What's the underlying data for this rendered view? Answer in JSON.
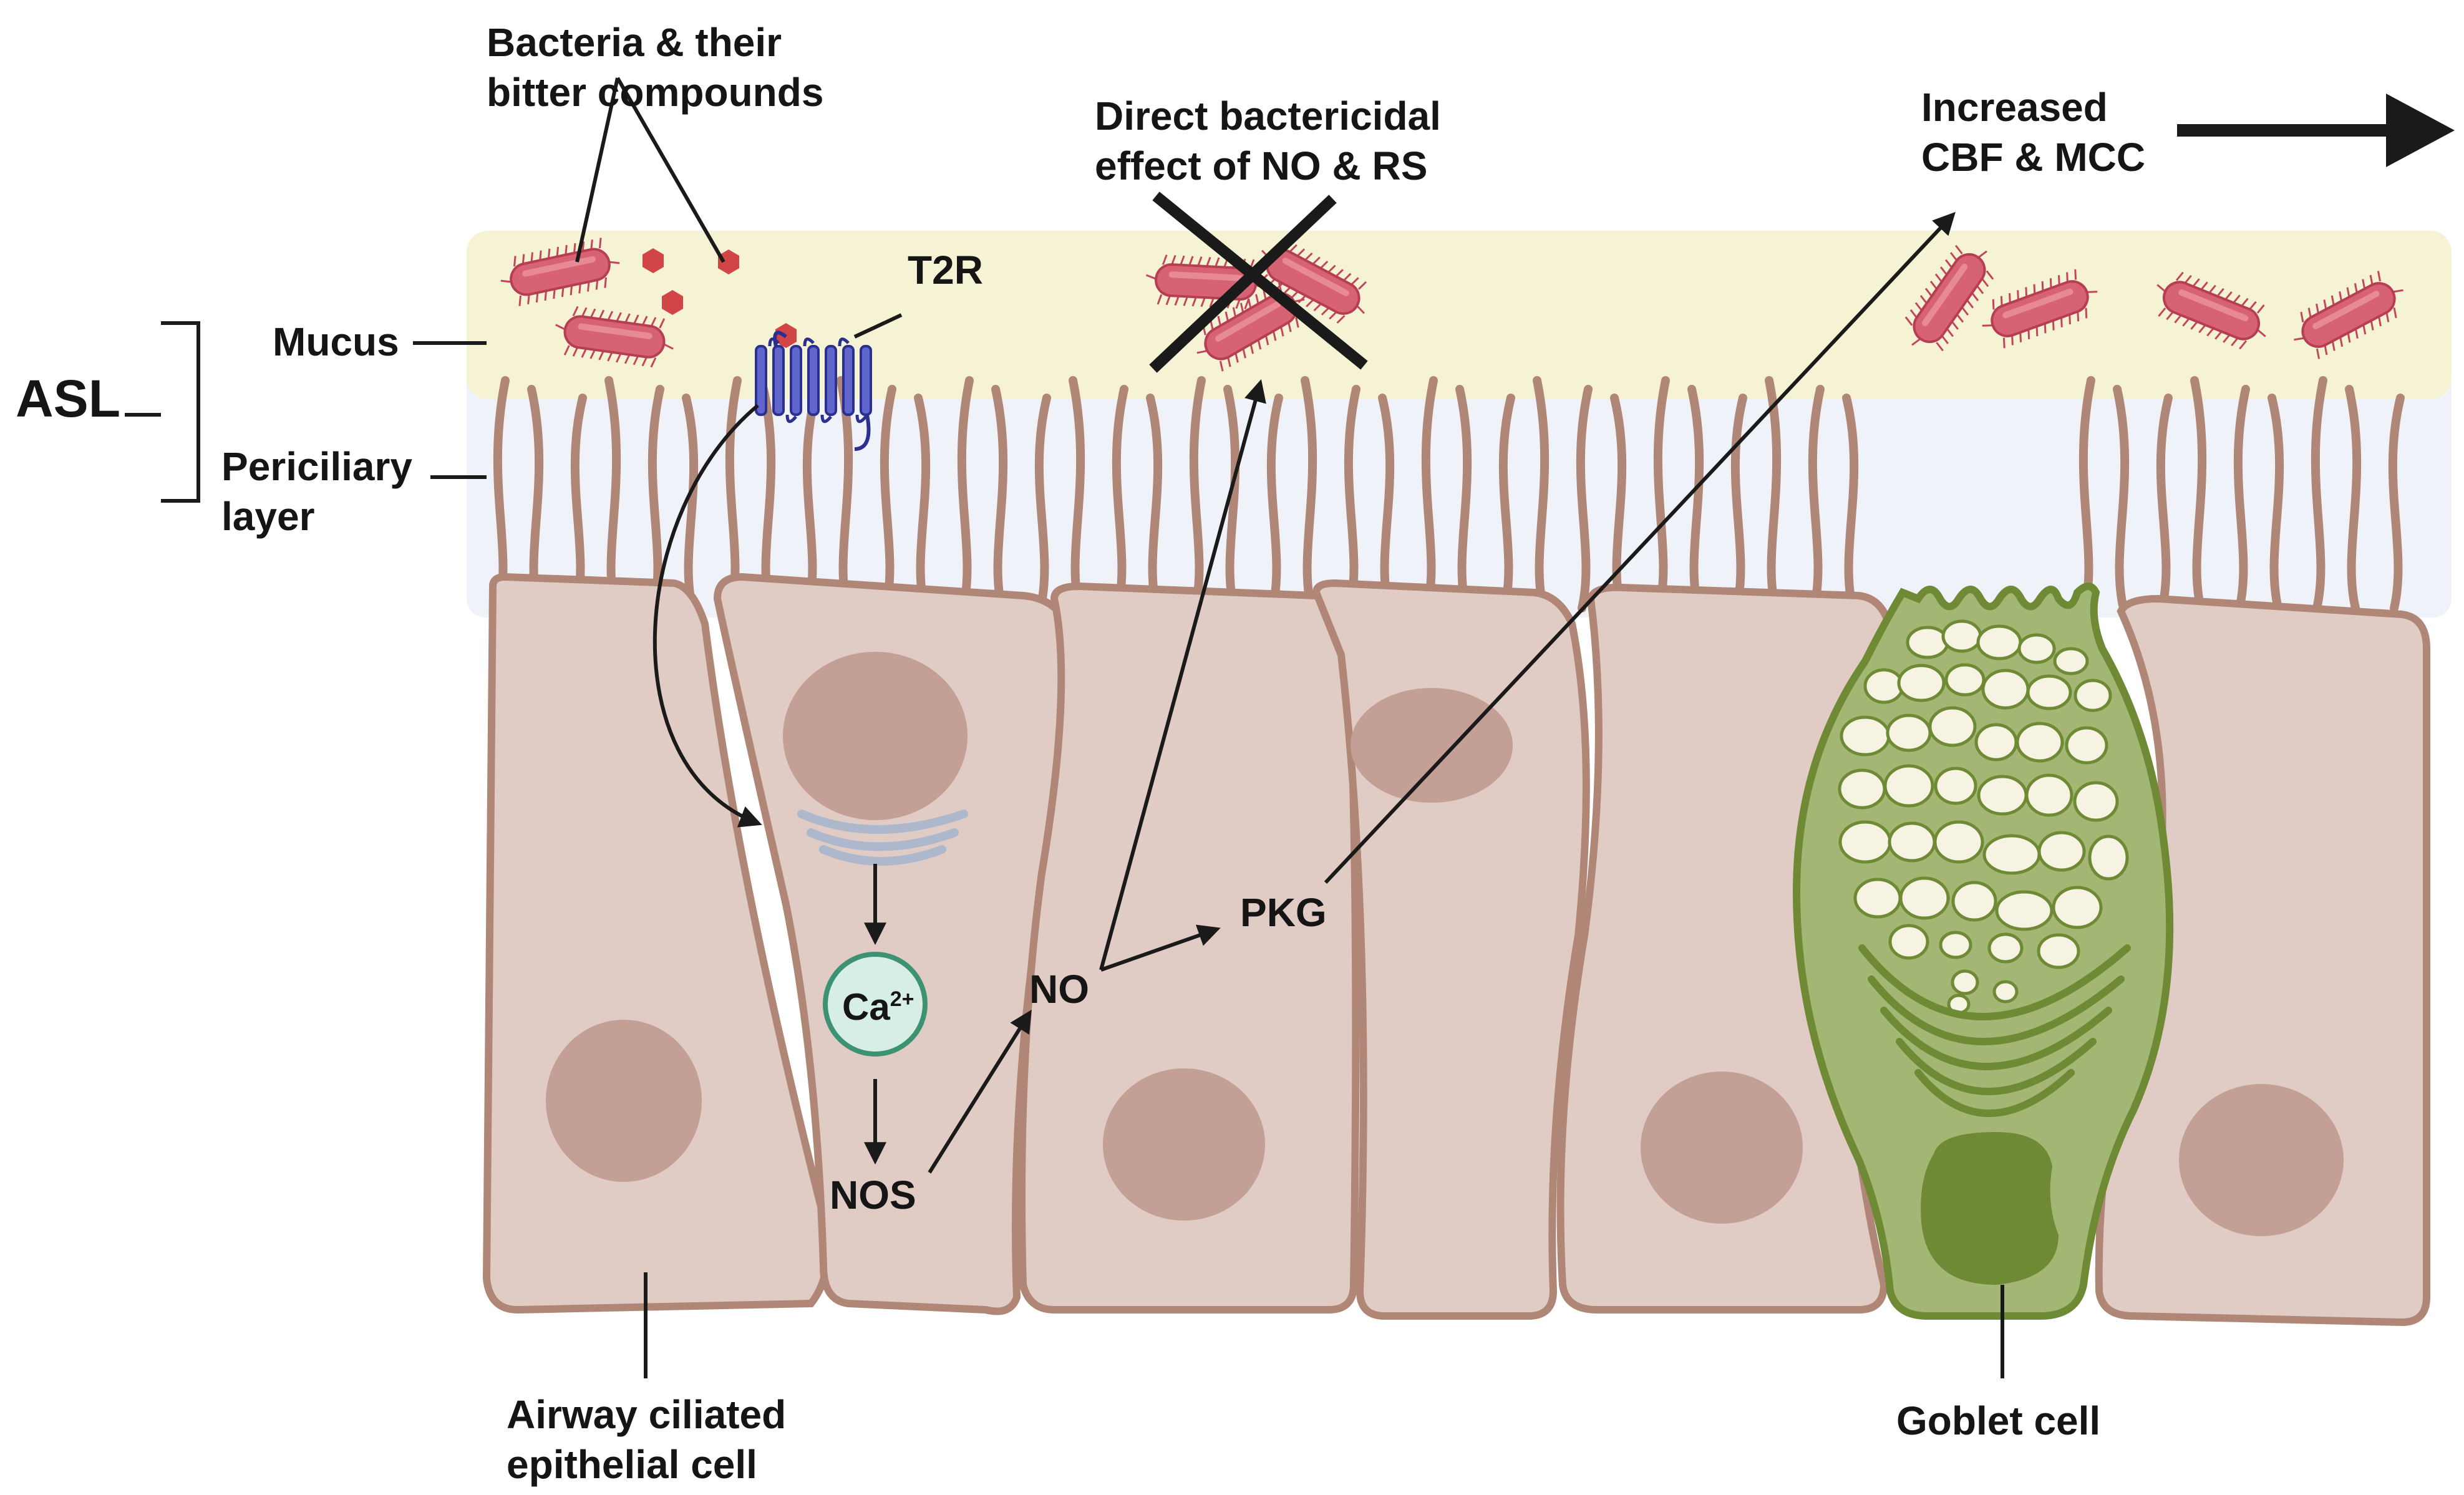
{
  "labels": {
    "bacteria_line1": "Bacteria & their",
    "bacteria_line2": "bitter compounds",
    "direct_line1": "Direct bactericidal",
    "direct_line2": "effect of NO & RS",
    "increased_line1": "Increased",
    "increased_line2": "CBF & MCC",
    "t2r": "T2R",
    "mucus": "Mucus",
    "asl": "ASL",
    "periciliary_line1": "Periciliary",
    "periciliary_line2": "layer",
    "ca_base": "Ca",
    "ca_sup": "2+",
    "nos": "NOS",
    "no": "NO",
    "pkg": "PKG",
    "airway_line1": "Airway ciliated",
    "airway_line2": "epithelial cell",
    "goblet": "Goblet cell"
  },
  "colors": {
    "mucus": "#f5f3d4",
    "periciliary": "#eff2f8",
    "cell_fill": "#e1cbc5",
    "cell_stroke": "#b08676",
    "nucleus": "#c39f96",
    "cilia": "#b08676",
    "goblet_fill": "#a3b673",
    "goblet_stroke": "#6f8a34",
    "granule": "#f6f3e2",
    "bacteria": "#d76272",
    "compound": "#d14546",
    "receptor": "#6066cc",
    "golgi": "#aeb8cc",
    "calcium_fill": "#d7eee4",
    "calcium_stroke": "#3c9273",
    "arrow": "#1a1a1a"
  },
  "icons": [
    "bacterium-icon",
    "bitter-compound-icon",
    "t2r-receptor-icon",
    "golgi-icon",
    "calcium-ion-icon",
    "cross-icon",
    "right-arrow-icon"
  ]
}
